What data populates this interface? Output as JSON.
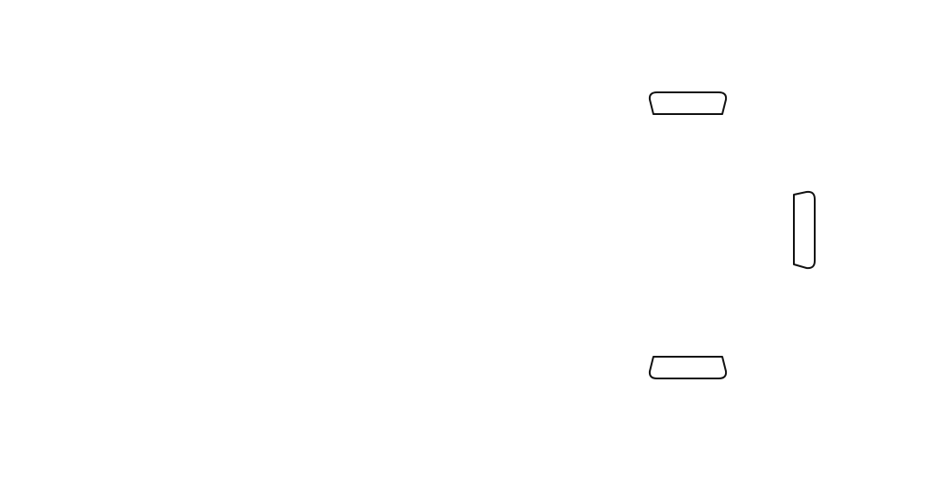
{
  "diagram": {
    "background_color": "#ffffff",
    "stroke_color": "#111111",
    "shapes": [
      {
        "name": "top-tab-shape",
        "orientation": "top"
      },
      {
        "name": "right-tab-shape",
        "orientation": "right"
      },
      {
        "name": "bottom-tab-shape",
        "orientation": "bottom"
      }
    ]
  }
}
